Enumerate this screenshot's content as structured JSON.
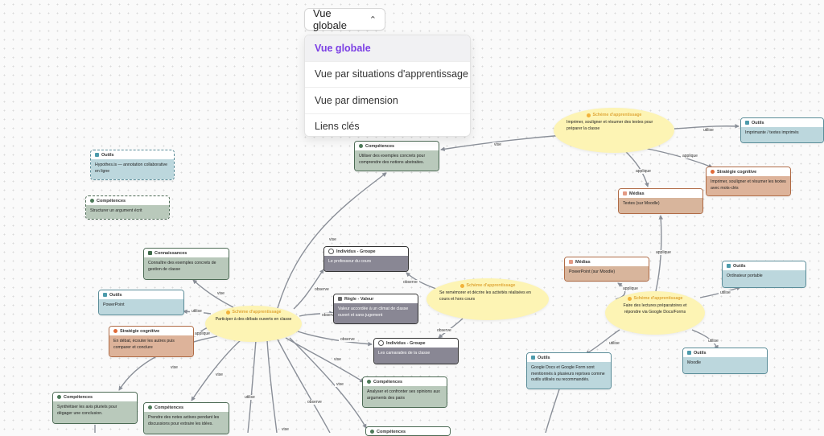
{
  "view_selector": {
    "current": "Vue globale",
    "options": [
      "Vue globale",
      "Vue par situations d'apprentissage",
      "Vue par dimension",
      "Liens clés"
    ]
  },
  "nodes": {
    "outils_hypothes": {
      "type": "Outils",
      "text": "Hypothes.is — annotation collaborative en ligne"
    },
    "comp_argument": {
      "type": "Compétences",
      "text": "Structurer un argument écrit"
    },
    "comp_exemples": {
      "type": "Compétences",
      "text": "Utiliser des exemples concrets pour comprendre des notions abstraites."
    },
    "sa_imprimer": {
      "type": "Schème d'apprentissage",
      "text": "Imprimer, souligner et résumer des textes pour préparer la classe"
    },
    "outils_imprimante": {
      "type": "Outils",
      "text": "Imprimante / textes imprimés"
    },
    "strat_imprimer": {
      "type": "Stratégie cognitive",
      "text": "Imprimer, souligner et résumer les textes avec mots-clés"
    },
    "medias_textes": {
      "type": "Médias",
      "text": "Textes (sur Moodle)"
    },
    "conn_exemples": {
      "type": "Connaissances",
      "text": "Connaître des exemples concrets de gestion de classe"
    },
    "ind_professeur": {
      "type": "Individus - Groupe",
      "text": "Le professeur du cours"
    },
    "medias_powerpoint": {
      "type": "Médias",
      "text": "PowerPoint (sur Moodle)"
    },
    "outils_ordinateur": {
      "type": "Outils",
      "text": "Ordinateur portable"
    },
    "outils_powerpoint": {
      "type": "Outils",
      "text": "PowerPoint"
    },
    "sa_memoriser": {
      "type": "Schème d'apprentissage",
      "text": "Se remémorer et décrire les activités réalisées en cours et hors cours"
    },
    "sa_participer": {
      "type": "Schème d'apprentissage",
      "text": "Participer à des débats ouverts en classe"
    },
    "regle_valeur": {
      "type": "Règle - Valeur",
      "text": "Valeur accordée à un climat de classe ouvert et sans jugement"
    },
    "sa_lectures": {
      "type": "Schème d'apprentissage",
      "text": "Faire des lectures préparatoires et répondre via Google Docs/Forms"
    },
    "strat_debat": {
      "type": "Stratégie cognitive",
      "text": "En débat, écouter les autres puis comparer et conclure"
    },
    "ind_camarades": {
      "type": "Individus - Groupe",
      "text": "Les camarades de la classe"
    },
    "outils_google": {
      "type": "Outils",
      "text": "Google Docs et Google Form sont mentionnés à plusieurs reprises comme outils utilisés ou recommandés."
    },
    "outils_moodle": {
      "type": "Outils",
      "text": "Moodle"
    },
    "comp_analyser": {
      "type": "Compétences",
      "text": "Analyser et confronter ses opinions aux arguments des pairs"
    },
    "comp_synthetiser": {
      "type": "Compétences",
      "text": "Synthétiser les avis pluriels pour dégager une conclusion."
    },
    "comp_prendre": {
      "type": "Compétences",
      "text": "Prendre des notes actives pendant les discussions pour extraire les idées."
    },
    "comp_partial": {
      "type": "Compétences",
      "text": ""
    }
  },
  "edge_labels": {
    "vise": "vise",
    "utilise": "utilise",
    "applique": "applique",
    "observe": "observe"
  }
}
